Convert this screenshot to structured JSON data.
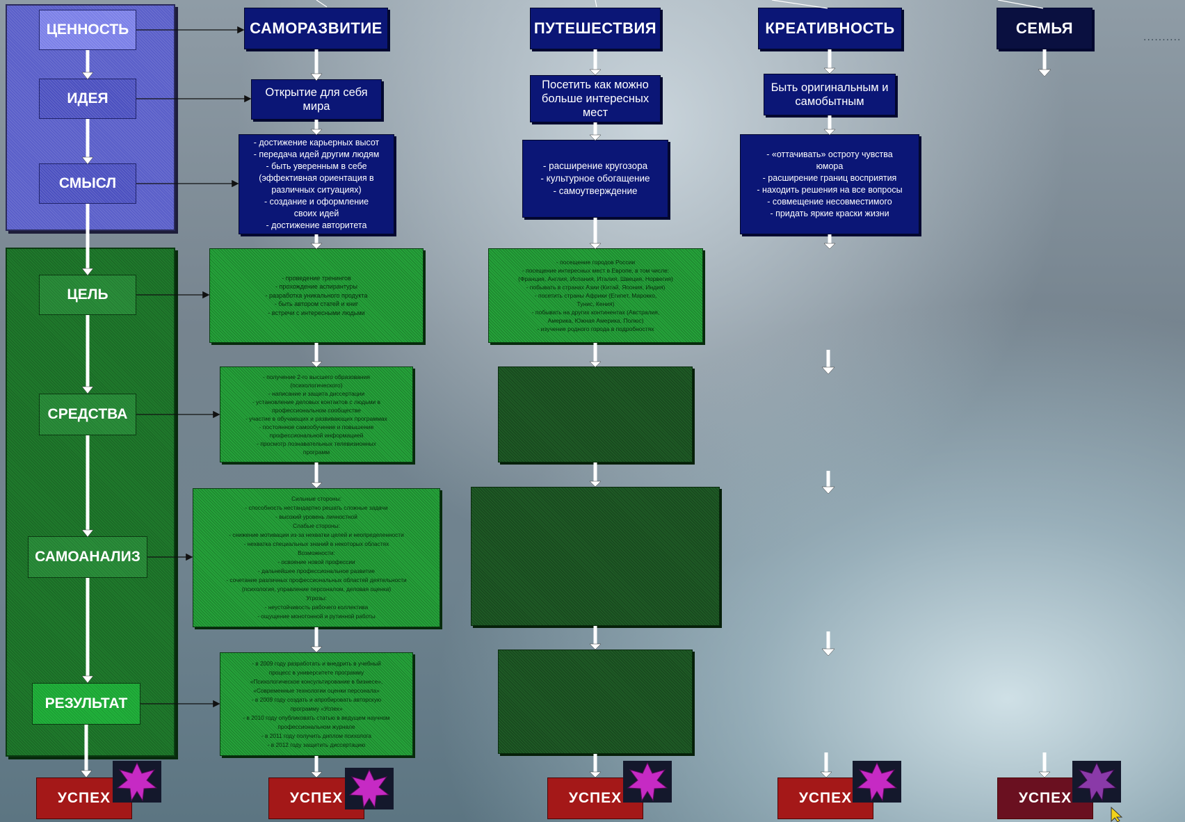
{
  "left_column": {
    "value_label": "ЦЕННОСТЬ",
    "idea_label": "ИДЕЯ",
    "meaning_label": "СМЫСЛ",
    "goal_label": "ЦЕЛЬ",
    "means_label": "СРЕДСТВА",
    "selfanalysis_label": "САМОАНАЛИЗ",
    "result_label": "РЕЗУЛЬТАТ"
  },
  "columns": [
    {
      "title": "САМОРАЗВИТИЕ",
      "idea": "Открытие для себя мира",
      "meaning": [
        "- достижение карьерных высот",
        "- передача идей другим людям",
        "- быть уверенным в себе",
        "(эффективная ориентация в",
        "различных ситуациях)",
        "- создание и оформление",
        "своих идей",
        "- достижение авторитета"
      ],
      "goal": [
        "- проведение тренингов",
        "- прохождение аспирантуры",
        "- разработка уникального продукта",
        "- быть автором статей и книг",
        "- встречи с интересными людьми"
      ],
      "means": [
        "- получение 2-го высшего образования",
        "(психологического)",
        "- написание и защита диссертации",
        "- установление деловых контактов с людьми в",
        "профессиональном сообществе",
        "- участие в обучающих и развивающих программах",
        "- постоянное самообучение и повышение",
        "профессиональной информацией",
        "- просмотр познавательных телевизионных",
        "программ"
      ],
      "selfanalysis": [
        "Сильные стороны:",
        "- способность нестандартно решать сложные задачи",
        "- высокий уровень личностной",
        "Слабые стороны:",
        "- снижение мотивации из-за нехватки целей и неопределенности",
        "- нехватка специальных знаний в некоторых областях",
        "Возможности:",
        "- освоение новой профессии",
        "- дальнейшее профессиональное развитие",
        "- сочетание различных профессиональных областей деятельности",
        "(психология, управление персоналом, деловая оценка)",
        "Угрозы:",
        "- неустойчивость рабочего коллектива",
        "- ощущение монотонной и рутинной работы"
      ],
      "result": [
        "- в 2009 году разработать и внедрить в учебный",
        "процесс в университете программу",
        "«Психологическое консультирование в бизнесе»,",
        "«Современные технологии оценки персонала»",
        "- в 2009 году создать и апробировать авторскую",
        "программу «Успех»",
        "- в 2010 году опубликовать статью в ведущем научном",
        "профессиональном журнале",
        "- в 2011 году получить диплом психолога",
        "- в 2012 году защитить диссертацию"
      ],
      "success": "УСПЕХ"
    },
    {
      "title": "ПУТЕШЕСТВИЯ",
      "idea": "Посетить как можно больше интересных мест",
      "meaning": [
        "- расширение кругозора",
        "- культурное обогащение",
        "- самоутверждение"
      ],
      "goal": [
        "- посещение городов России",
        "- посещение интересных мест в Европе, в том числе:",
        "(Франция, Англия, Испания, Италия, Швеция, Норвегия)",
        "- побывать в странах Азии (Китай, Япония, Индия)",
        "- посетить страны Африки (Египет, Марокко,",
        "Тунис, Кения)",
        "- побывать на других континентах (Австралия,",
        "Америка, Южная Америка, Полюс)",
        "- изучение родного города в подробностях"
      ],
      "success": "УСПЕХ"
    },
    {
      "title": "КРЕАТИВНОСТЬ",
      "idea": "Быть оригинальным и самобытным",
      "meaning": [
        "- «оттачивать» остроту чувства",
        "юмора",
        "- расширение границ восприятия",
        "- находить решения на все вопросы",
        "- совмещение несовместимого",
        "- придать яркие краски жизни"
      ],
      "success": "УСПЕХ"
    },
    {
      "title": "СЕМЬЯ",
      "success": "УСПЕХ"
    }
  ],
  "colors": {
    "navy": "#0b1676",
    "green": "#25a33a",
    "dark_green": "#1e5a25",
    "red": "#a41818",
    "star": "#c02ac0"
  },
  "icons": [
    "star-icon",
    "arrow-down-icon",
    "cursor-icon"
  ]
}
